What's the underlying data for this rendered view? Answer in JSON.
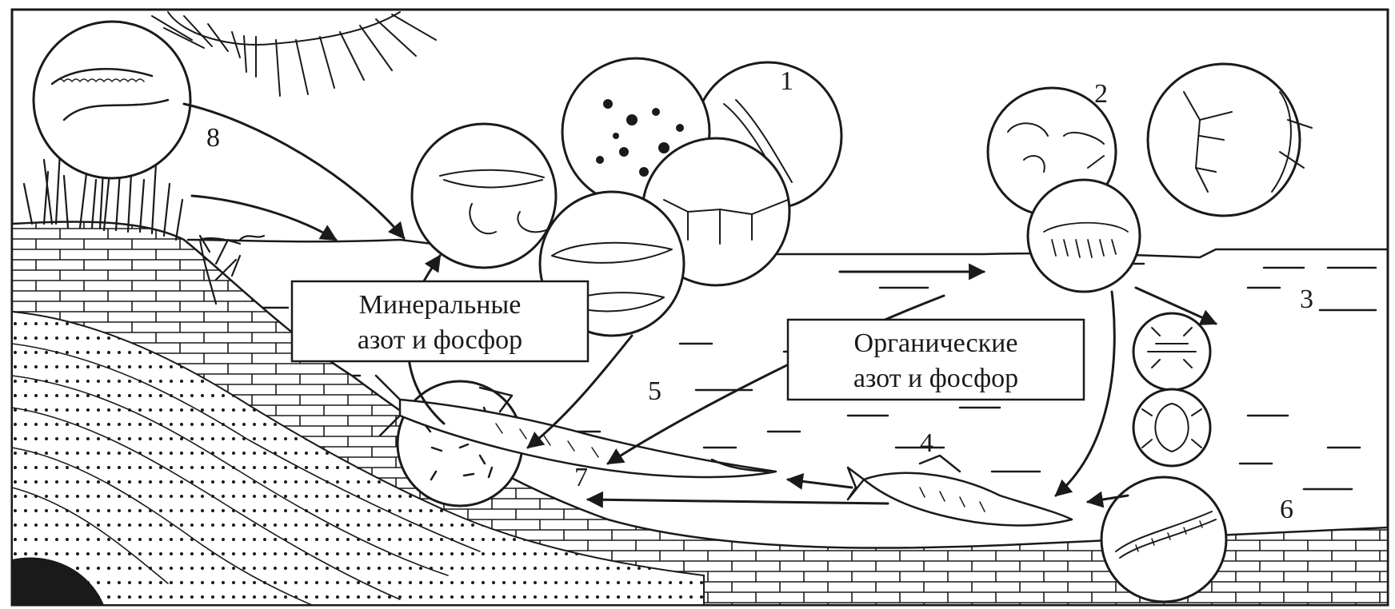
{
  "diagram": {
    "numbers": [
      "1",
      "2",
      "3",
      "4",
      "5",
      "6",
      "7",
      "8"
    ],
    "box_mineral": {
      "line1": "Минеральные",
      "line2": "азот и фосфор"
    },
    "box_organic": {
      "line1": "Органические",
      "line2": "азот и фосфор"
    }
  }
}
